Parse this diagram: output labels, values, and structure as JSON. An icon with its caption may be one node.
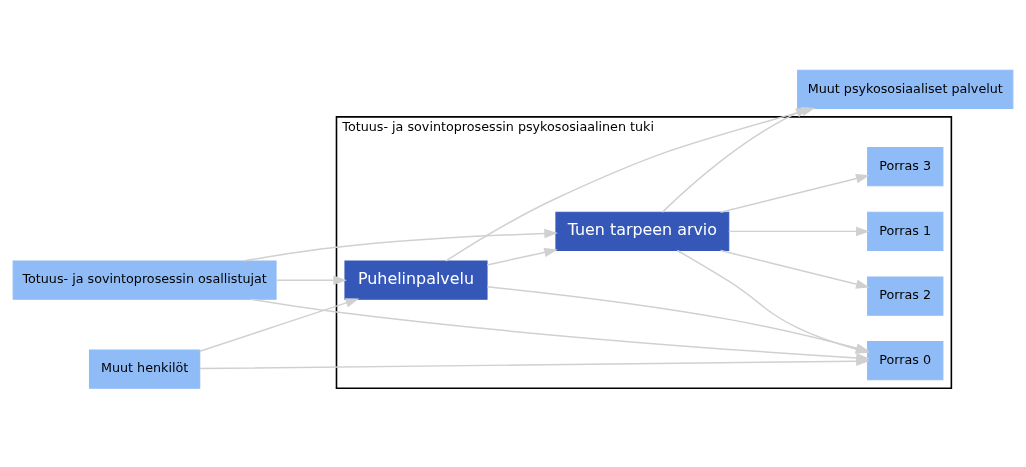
{
  "diagram": {
    "nodes": [
      {
        "text": [
          "Muut psykososiaaliset palvelut"
        ]
      },
      {
        "text": [
          "Totuus- ja sovintoprosessin psykososiaalinen tuki"
        ]
      },
      {
        "text": [
          "Totuus- ja sovintoprosessin osallistujat"
        ]
      },
      {
        "text": [
          "Tuen tarpeen arvio"
        ],
        "in": 1
      },
      {
        "text": [
          "Porras 3"
        ],
        "in": 1
      },
      {
        "text": [
          "Porras 2"
        ],
        "in": 1
      },
      {
        "text": [
          "Porras 1"
        ],
        "in": 1
      },
      {
        "text": [
          "Puhelinpalvelu"
        ],
        "in": 1
      },
      {
        "text": [
          "Porras 0"
        ],
        "in": 1
      },
      {
        "text": [
          "Muut henkilöt"
        ]
      }
    ],
    "edges": [
      {
        "from": 2,
        "to": 3,
        "arrow": "to"
      },
      {
        "from": 2,
        "to": 7,
        "arrow": "to"
      },
      {
        "from": 2,
        "to": 8,
        "arrow": "to"
      },
      {
        "from": 3,
        "to": 0,
        "arrow": "to"
      },
      {
        "from": 3,
        "to": 4,
        "arrow": "to"
      },
      {
        "from": 3,
        "to": 5,
        "arrow": "to"
      },
      {
        "from": 3,
        "to": 6,
        "arrow": "to"
      },
      {
        "from": 3,
        "to": 8,
        "arrow": "to"
      },
      {
        "from": 7,
        "to": 0,
        "arrow": "to"
      },
      {
        "from": 7,
        "to": 3,
        "arrow": "to"
      },
      {
        "from": 7,
        "to": 8,
        "arrow": "to"
      },
      {
        "from": 9,
        "to": 7,
        "arrow": "to"
      },
      {
        "from": 9,
        "to": 8,
        "arrow": "to"
      }
    ]
  }
}
